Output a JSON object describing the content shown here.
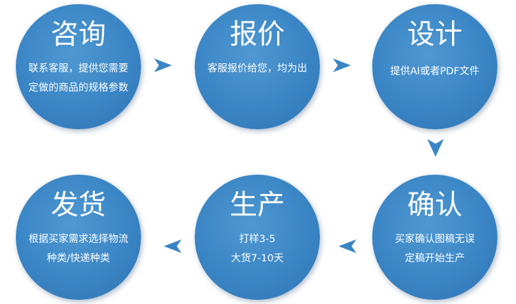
{
  "steps": [
    {
      "title": "咨询",
      "lines": [
        "联系客服，提供您需要",
        "定做的商品的规格参数"
      ]
    },
    {
      "title": "报价",
      "lines": [
        "客服报价给您，均为出"
      ]
    },
    {
      "title": "设计",
      "lines": [
        "提供AI或者PDF文件"
      ]
    },
    {
      "title": "确认",
      "lines": [
        "买家确认图稿无误",
        "定稿开始生产"
      ]
    },
    {
      "title": "生产",
      "lines": [
        "打样3-5",
        "大货7-10天"
      ]
    },
    {
      "title": "发货",
      "lines": [
        "根据买家需求选择物流",
        "种类/快递种类"
      ]
    }
  ],
  "colors": {
    "circle": "#3a85c5",
    "arrow": "#3a85c5",
    "text": "#ffffff"
  },
  "arrows": [
    {
      "from": "咨询",
      "to": "报价",
      "direction": "right"
    },
    {
      "from": "报价",
      "to": "设计",
      "direction": "right"
    },
    {
      "from": "设计",
      "to": "确认",
      "direction": "down"
    },
    {
      "from": "确认",
      "to": "生产",
      "direction": "left"
    },
    {
      "from": "生产",
      "to": "发货",
      "direction": "left"
    }
  ]
}
